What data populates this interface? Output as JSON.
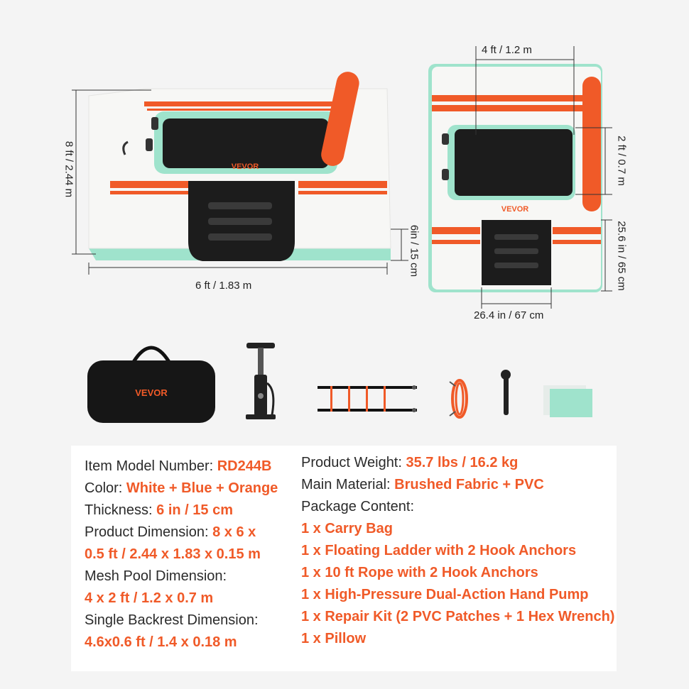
{
  "brand": "VEVOR",
  "colors": {
    "accent_orange": "#f05a28",
    "mint": "#9fe3cc",
    "white_body": "#f7f7f5",
    "mesh_black": "#1c1c1c"
  },
  "dimensions": {
    "length": "8 ft / 2.44 m",
    "width": "6 ft / 1.83 m",
    "thickness": "6in / 15 cm",
    "pool_width": "4 ft / 1.2 m",
    "pool_depth": "2 ft / 0.7 m",
    "backrest_depth": "25.6 in / 65 cm",
    "backrest_width": "26.4 in / 67 cm"
  },
  "accessories": [
    {
      "icon": "carry-bag-icon"
    },
    {
      "icon": "hand-pump-icon"
    },
    {
      "icon": "floating-ladder-icon"
    },
    {
      "icon": "rope-icon"
    },
    {
      "icon": "hex-wrench-icon"
    },
    {
      "icon": "pvc-patches-icon"
    }
  ],
  "specs": {
    "model_label": "Item Model Number: ",
    "model_value": "RD244B",
    "color_label": "Color: ",
    "color_value": "White + Blue + Orange",
    "thickness_label": "Thickness: ",
    "thickness_value": "6 in / 15 cm",
    "product_dim_label": "Product Dimension: ",
    "product_dim_value_1": "8 x 6 x",
    "product_dim_value_2": "0.5 ft / 2.44 x 1.83 x 0.15 m",
    "mesh_label": "Mesh Pool Dimension:",
    "mesh_value": "4 x 2 ft / 1.2 x 0.7 m",
    "backrest_label": "Single Backrest Dimension:",
    "backrest_value": "4.6x0.6 ft / 1.4 x 0.18 m",
    "weight_label": "Product Weight: ",
    "weight_value": "35.7 lbs / 16.2 kg",
    "material_label": "Main Material: ",
    "material_value": "Brushed Fabric + PVC",
    "package_label": "Package Content:",
    "package_items": [
      "1 x Carry Bag",
      "1 x Floating Ladder with 2 Hook Anchors",
      "1 x 10 ft Rope with 2 Hook Anchors",
      "1 x High-Pressure Dual-Action Hand Pump",
      "1 x Repair Kit (2 PVC Patches + 1 Hex Wrench)",
      "1 x Pillow"
    ]
  }
}
